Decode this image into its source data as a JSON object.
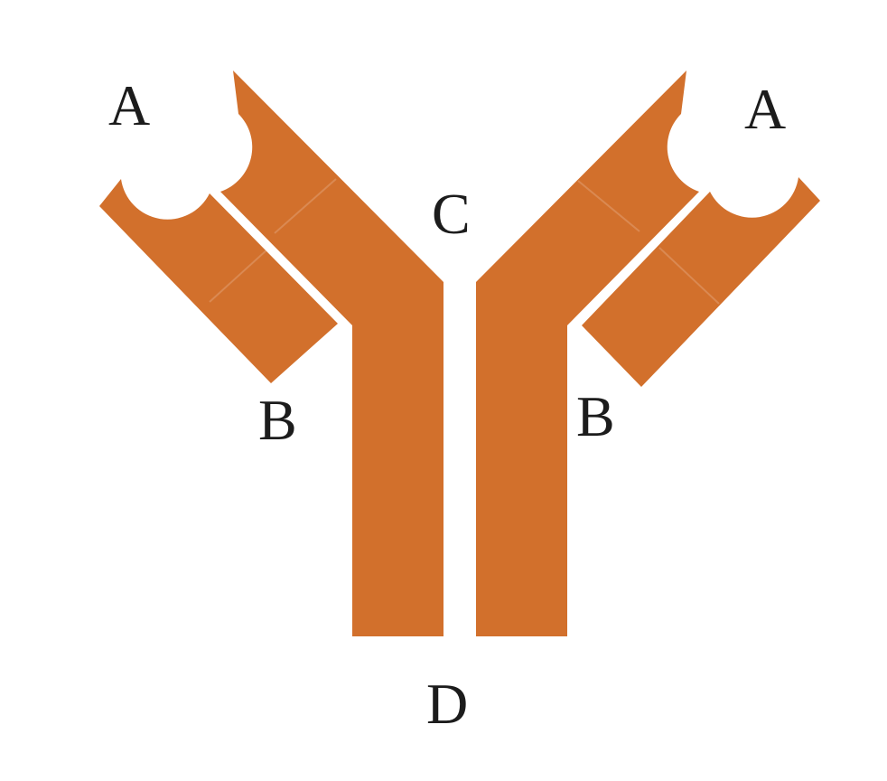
{
  "colors": {
    "antibody": "#d2702c",
    "background": "#ffffff",
    "label": "#1c1c1c"
  },
  "labels": {
    "a_left": "A",
    "a_right": "A",
    "b_left": "B",
    "b_right": "B",
    "c": "C",
    "d": "D"
  }
}
